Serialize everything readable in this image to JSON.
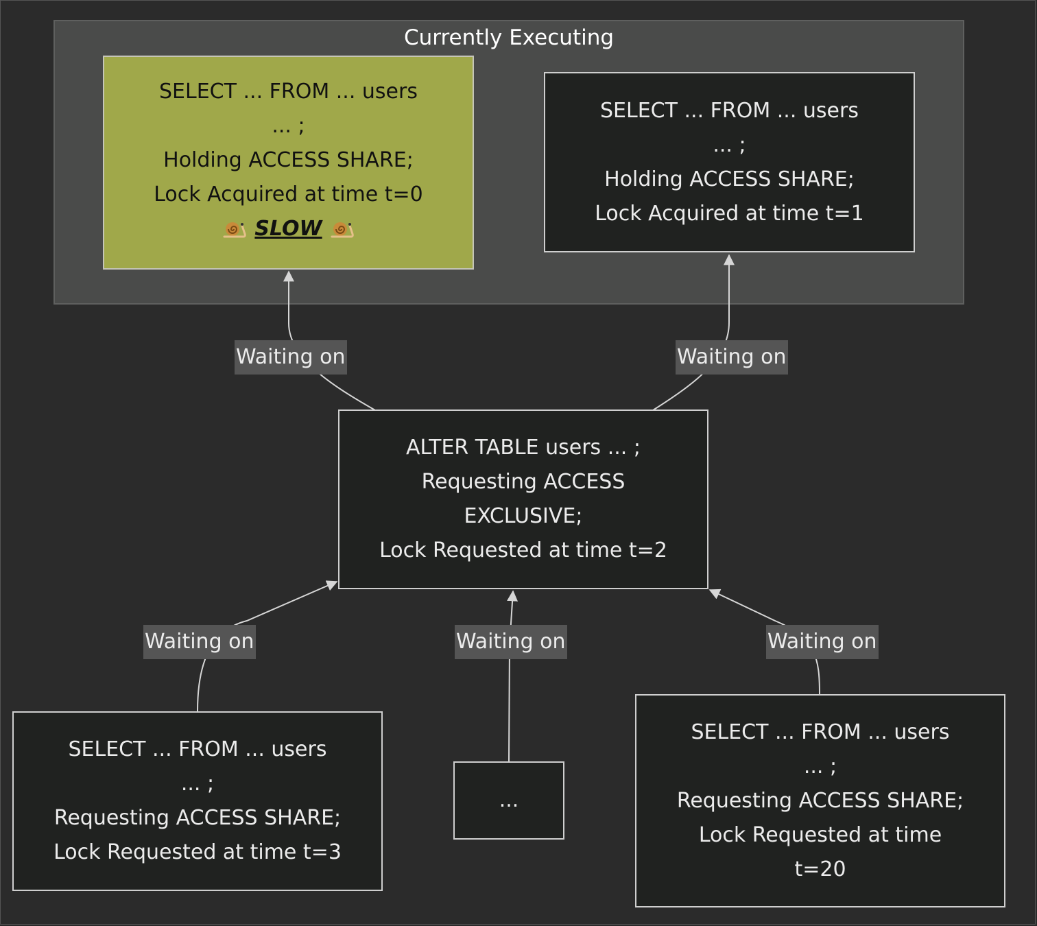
{
  "cluster": {
    "title": "Currently Executing"
  },
  "nodes": {
    "slow_select": {
      "lines": [
        "SELECT ... FROM ... users",
        "... ;",
        "Holding ACCESS SHARE;",
        "Lock Acquired at time t=0"
      ],
      "slow_label": "SLOW",
      "snail_icon": "snail"
    },
    "select_t1": {
      "lines": [
        "SELECT ... FROM ... users",
        "... ;",
        "Holding ACCESS SHARE;",
        "Lock Acquired at time t=1"
      ]
    },
    "alter_table": {
      "lines": [
        "ALTER TABLE users ... ;",
        "Requesting ACCESS",
        "EXCLUSIVE;",
        "Lock Requested at time t=2"
      ]
    },
    "select_t3": {
      "lines": [
        "SELECT ... FROM ... users",
        "... ;",
        "Requesting ACCESS SHARE;",
        "Lock Requested at time t=3"
      ]
    },
    "ellipsis": {
      "lines": [
        "..."
      ]
    },
    "select_t20": {
      "lines": [
        "SELECT ... FROM ... users",
        "... ;",
        "Requesting ACCESS SHARE;",
        "Lock Requested at time",
        "t=20"
      ]
    }
  },
  "edges": {
    "alter_to_slow": "Waiting on",
    "alter_to_t1": "Waiting on",
    "t3_to_alter": "Waiting on",
    "ellipsis_to_alter": "Waiting on",
    "t20_to_alter": "Waiting on"
  },
  "colors": {
    "background": "#2b2b2b",
    "cluster_fill": "#4a4b4a",
    "node_fill": "#202220",
    "highlight_fill": "#a0a84a",
    "edge_label_fill": "#555555",
    "edge_stroke": "#d6d6d6"
  }
}
